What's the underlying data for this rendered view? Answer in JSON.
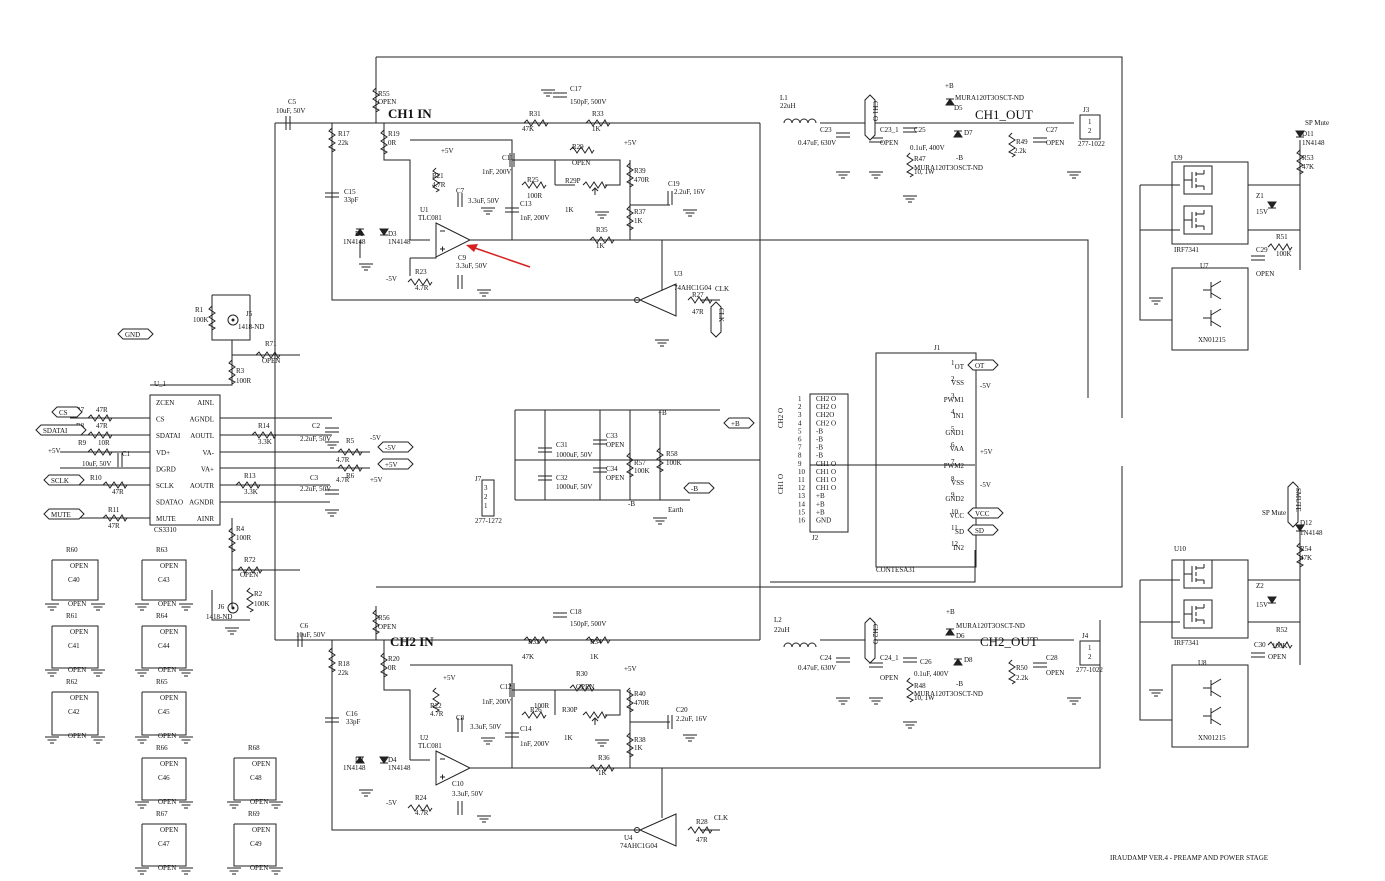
{
  "page": {
    "footer_title": "IRAUDAMP VER.4 - PREAMP AND POWER STAGE"
  },
  "sections": {
    "ch1_in": "CH1 IN",
    "ch2_in": "CH2 IN",
    "ch1_out": "CH1_OUT",
    "ch2_out": "CH2_OUT"
  },
  "labels": [
    {
      "id": "c5",
      "text": "C5"
    },
    {
      "id": "c5v",
      "text": "10uF, 50V"
    },
    {
      "id": "r55",
      "text": "R55"
    },
    {
      "id": "r55v",
      "text": "OPEN"
    },
    {
      "id": "r17",
      "text": "R17"
    },
    {
      "id": "r17v",
      "text": "22k"
    },
    {
      "id": "r19",
      "text": "R19"
    },
    {
      "id": "r19v",
      "text": "0R"
    },
    {
      "id": "c15",
      "text": "C15"
    },
    {
      "id": "c15v",
      "text": "33pF"
    },
    {
      "id": "d1",
      "text": "D1"
    },
    {
      "id": "d1v",
      "text": "1N4148"
    },
    {
      "id": "d3",
      "text": "D3"
    },
    {
      "id": "d3v",
      "text": "1N4148"
    },
    {
      "id": "p5v1",
      "text": "+5V"
    },
    {
      "id": "r21",
      "text": "R21"
    },
    {
      "id": "r21v",
      "text": "4.7R"
    },
    {
      "id": "c7",
      "text": "C7"
    },
    {
      "id": "c7v",
      "text": "3.3uF, 50V"
    },
    {
      "id": "u1",
      "text": "U1"
    },
    {
      "id": "u1v",
      "text": "TLC081"
    },
    {
      "id": "c9",
      "text": "C9"
    },
    {
      "id": "c9v",
      "text": "3.3uF, 50V"
    },
    {
      "id": "m5v1",
      "text": "-5V"
    },
    {
      "id": "r23",
      "text": "R23"
    },
    {
      "id": "r23v",
      "text": "4.7R"
    },
    {
      "id": "r31",
      "text": "R31"
    },
    {
      "id": "r31v",
      "text": "47K"
    },
    {
      "id": "c17",
      "text": "C17"
    },
    {
      "id": "c17v",
      "text": "150pF, 500V"
    },
    {
      "id": "r33",
      "text": "R33"
    },
    {
      "id": "r33v",
      "text": "1K"
    },
    {
      "id": "c11",
      "text": "C11"
    },
    {
      "id": "c11v",
      "text": "1nF, 200V"
    },
    {
      "id": "r29",
      "text": "R29"
    },
    {
      "id": "r29v",
      "text": "OPEN"
    },
    {
      "id": "r25",
      "text": "R25"
    },
    {
      "id": "r25v",
      "text": "100R"
    },
    {
      "id": "r29p",
      "text": "R29P"
    },
    {
      "id": "r29pv",
      "text": "1K"
    },
    {
      "id": "c13",
      "text": "C13"
    },
    {
      "id": "c13v",
      "text": "1nF, 200V"
    },
    {
      "id": "p5v2",
      "text": "+5V"
    },
    {
      "id": "r39",
      "text": "R39"
    },
    {
      "id": "r39v",
      "text": "470R"
    },
    {
      "id": "r37",
      "text": "R37"
    },
    {
      "id": "r37v",
      "text": "1K"
    },
    {
      "id": "c19",
      "text": "C19"
    },
    {
      "id": "c19v",
      "text": "2.2uF, 16V"
    },
    {
      "id": "r35",
      "text": "R35"
    },
    {
      "id": "r35v",
      "text": "1K"
    },
    {
      "id": "u3",
      "text": "U3"
    },
    {
      "id": "u3v",
      "text": "74AHC1G04"
    },
    {
      "id": "r27",
      "text": "R27"
    },
    {
      "id": "r27v",
      "text": "47R"
    },
    {
      "id": "clk1",
      "text": "CLK"
    },
    {
      "id": "l1",
      "text": "L1"
    },
    {
      "id": "l1v",
      "text": "22uH"
    },
    {
      "id": "c23",
      "text": "C23"
    },
    {
      "id": "c23v",
      "text": "0.47uF, 630V"
    },
    {
      "id": "c23_1",
      "text": "C23_1"
    },
    {
      "id": "c23_1v",
      "text": "OPEN"
    },
    {
      "id": "c25",
      "text": "C25"
    },
    {
      "id": "c25v",
      "text": "0.1uF, 400V"
    },
    {
      "id": "r47",
      "text": "R47"
    },
    {
      "id": "r47v",
      "text": "10, 1W"
    },
    {
      "id": "pb1",
      "text": "+B"
    },
    {
      "id": "d5",
      "text": "D5"
    },
    {
      "id": "d5v",
      "text": "MURA120T3OSCT-ND"
    },
    {
      "id": "d7",
      "text": "D7"
    },
    {
      "id": "mb1",
      "text": "-B"
    },
    {
      "id": "d7v",
      "text": "MURA120T3OSCT-ND"
    },
    {
      "id": "r49",
      "text": "R49"
    },
    {
      "id": "r49v",
      "text": "2.2k"
    },
    {
      "id": "c27",
      "text": "C27"
    },
    {
      "id": "c27v",
      "text": "OPEN"
    },
    {
      "id": "j3",
      "text": "J3"
    },
    {
      "id": "j3v",
      "text": "277-1022"
    },
    {
      "id": "spm1",
      "text": "SP Mute"
    },
    {
      "id": "d11",
      "text": "D11"
    },
    {
      "id": "d11v",
      "text": "1N4148"
    },
    {
      "id": "r53",
      "text": "R53"
    },
    {
      "id": "r53v",
      "text": "47K"
    },
    {
      "id": "u9",
      "text": "U9"
    },
    {
      "id": "u9v",
      "text": "IRF7341"
    },
    {
      "id": "z1",
      "text": "Z1"
    },
    {
      "id": "z1v",
      "text": "15V"
    },
    {
      "id": "r51",
      "text": "R51"
    },
    {
      "id": "r51v",
      "text": "100K"
    },
    {
      "id": "c29",
      "text": "C29"
    },
    {
      "id": "c29v",
      "text": "OPEN"
    },
    {
      "id": "u7",
      "text": "U7"
    },
    {
      "id": "u7v",
      "text": "XN01215"
    },
    {
      "id": "r1",
      "text": "R1"
    },
    {
      "id": "r1v",
      "text": "100K"
    },
    {
      "id": "j5",
      "text": "J5"
    },
    {
      "id": "j5v",
      "text": "1418-ND"
    },
    {
      "id": "r71",
      "text": "R71"
    },
    {
      "id": "r71v",
      "text": "OPEN"
    },
    {
      "id": "r3",
      "text": "R3"
    },
    {
      "id": "r3v",
      "text": "100R"
    },
    {
      "id": "u_1",
      "text": "U_1"
    },
    {
      "id": "u_1v",
      "text": "CS3310"
    },
    {
      "id": "r7",
      "text": "R7"
    },
    {
      "id": "r7v",
      "text": "47R"
    },
    {
      "id": "r8",
      "text": "R8"
    },
    {
      "id": "r8v",
      "text": "47R"
    },
    {
      "id": "r9",
      "text": "R9"
    },
    {
      "id": "r9v",
      "text": "10R"
    },
    {
      "id": "c1",
      "text": "C1"
    },
    {
      "id": "c1v",
      "text": "10uF, 50V"
    },
    {
      "id": "r10",
      "text": "R10"
    },
    {
      "id": "r10v",
      "text": "47R"
    },
    {
      "id": "r11",
      "text": "R11"
    },
    {
      "id": "r11v",
      "text": "47R"
    },
    {
      "id": "p5v3",
      "text": "+5V"
    },
    {
      "id": "r14",
      "text": "R14"
    },
    {
      "id": "r14v",
      "text": "3.3K"
    },
    {
      "id": "c2",
      "text": "C2"
    },
    {
      "id": "c2v",
      "text": "2.2uF, 50V"
    },
    {
      "id": "r5",
      "text": "R5"
    },
    {
      "id": "r5v",
      "text": "4.7R"
    },
    {
      "id": "r6",
      "text": "R6"
    },
    {
      "id": "r6v",
      "text": "4.7R"
    },
    {
      "id": "m5v2",
      "text": "-5V"
    },
    {
      "id": "p5v4",
      "text": "+5V"
    },
    {
      "id": "r13",
      "text": "R13"
    },
    {
      "id": "r13v",
      "text": "3.3K"
    },
    {
      "id": "c3",
      "text": "C3"
    },
    {
      "id": "c3v",
      "text": "2.2uF, 50V"
    },
    {
      "id": "r4",
      "text": "R4"
    },
    {
      "id": "r4v",
      "text": "100R"
    },
    {
      "id": "r72",
      "text": "R72"
    },
    {
      "id": "r72v",
      "text": "OPEN"
    },
    {
      "id": "r2",
      "text": "R2"
    },
    {
      "id": "r2v",
      "text": "100K"
    },
    {
      "id": "j6",
      "text": "J6"
    },
    {
      "id": "j6v",
      "text": "1418-ND"
    },
    {
      "id": "c31",
      "text": "C31"
    },
    {
      "id": "c31v",
      "text": "1000uF, 50V"
    },
    {
      "id": "c33",
      "text": "C33"
    },
    {
      "id": "c33v",
      "text": "OPEN"
    },
    {
      "id": "c32",
      "text": "C32"
    },
    {
      "id": "c32v",
      "text": "1000uF, 50V"
    },
    {
      "id": "c34",
      "text": "C34"
    },
    {
      "id": "c34v",
      "text": "OPEN"
    },
    {
      "id": "r57",
      "text": "R57"
    },
    {
      "id": "r57v",
      "text": "100K"
    },
    {
      "id": "r58",
      "text": "R58"
    },
    {
      "id": "r58v",
      "text": "100K"
    },
    {
      "id": "pb2",
      "text": "+B"
    },
    {
      "id": "mb2",
      "text": "-B"
    },
    {
      "id": "j7",
      "text": "J7"
    },
    {
      "id": "j7v",
      "text": "277-1272"
    },
    {
      "id": "j2",
      "text": "J2"
    },
    {
      "id": "j1",
      "text": "J1"
    },
    {
      "id": "j1v",
      "text": "CONTESA31"
    },
    {
      "id": "m5v3",
      "text": "-5V"
    },
    {
      "id": "p5v5",
      "text": "+5V"
    },
    {
      "id": "m5v4",
      "text": "-5V"
    },
    {
      "id": "c6",
      "text": "C6"
    },
    {
      "id": "c6v",
      "text": "10uF, 50V"
    },
    {
      "id": "r56",
      "text": "R56"
    },
    {
      "id": "r56v",
      "text": "OPEN"
    },
    {
      "id": "r18",
      "text": "R18"
    },
    {
      "id": "r18v",
      "text": "22k"
    },
    {
      "id": "r20",
      "text": "R20"
    },
    {
      "id": "r20v",
      "text": "0R"
    },
    {
      "id": "c16",
      "text": "C16"
    },
    {
      "id": "c16v",
      "text": "33pF"
    },
    {
      "id": "d2",
      "text": "D2"
    },
    {
      "id": "d2v",
      "text": "1N4148"
    },
    {
      "id": "d4",
      "text": "D4"
    },
    {
      "id": "d4v",
      "text": "1N4148"
    },
    {
      "id": "p5v6",
      "text": "+5V"
    },
    {
      "id": "r22",
      "text": "R22"
    },
    {
      "id": "r22v",
      "text": "4.7R"
    },
    {
      "id": "c8",
      "text": "C8"
    },
    {
      "id": "c8v",
      "text": "3.3uF, 50V"
    },
    {
      "id": "u2",
      "text": "U2"
    },
    {
      "id": "u2v",
      "text": "TLC081"
    },
    {
      "id": "c10",
      "text": "C10"
    },
    {
      "id": "c10v",
      "text": "3.3uF, 50V"
    },
    {
      "id": "m5v5",
      "text": "-5V"
    },
    {
      "id": "r24",
      "text": "R24"
    },
    {
      "id": "r24v",
      "text": "4.7R"
    },
    {
      "id": "r32",
      "text": "R32"
    },
    {
      "id": "r32v",
      "text": "47K"
    },
    {
      "id": "c18",
      "text": "C18"
    },
    {
      "id": "c18v",
      "text": "150pF, 500V"
    },
    {
      "id": "r34",
      "text": "R34"
    },
    {
      "id": "r34v",
      "text": "1K"
    },
    {
      "id": "c12",
      "text": "C12"
    },
    {
      "id": "c12v",
      "text": "1nF, 200V"
    },
    {
      "id": "r30",
      "text": "R30"
    },
    {
      "id": "r30v",
      "text": "OPEN"
    },
    {
      "id": "r26",
      "text": "R26"
    },
    {
      "id": "r26v",
      "text": "100R"
    },
    {
      "id": "r30p",
      "text": "R30P"
    },
    {
      "id": "r30pv",
      "text": "1K"
    },
    {
      "id": "c14",
      "text": "C14"
    },
    {
      "id": "c14v",
      "text": "1nF, 200V"
    },
    {
      "id": "p5v7",
      "text": "+5V"
    },
    {
      "id": "r40",
      "text": "R40"
    },
    {
      "id": "r40v",
      "text": "470R"
    },
    {
      "id": "r38",
      "text": "R38"
    },
    {
      "id": "r38v",
      "text": "1K"
    },
    {
      "id": "c20",
      "text": "C20"
    },
    {
      "id": "c20v",
      "text": "2.2uF, 16V"
    },
    {
      "id": "r36",
      "text": "R36"
    },
    {
      "id": "r36v",
      "text": "1K"
    },
    {
      "id": "u4",
      "text": "U4"
    },
    {
      "id": "u4v",
      "text": "74AHC1G04"
    },
    {
      "id": "r28",
      "text": "R28"
    },
    {
      "id": "r28v",
      "text": "47R"
    },
    {
      "id": "clk2",
      "text": "CLK"
    },
    {
      "id": "l2",
      "text": "L2"
    },
    {
      "id": "l2v",
      "text": "22uH"
    },
    {
      "id": "c24",
      "text": "C24"
    },
    {
      "id": "c24v",
      "text": "0.47uF, 630V"
    },
    {
      "id": "c24_1",
      "text": "C24_1"
    },
    {
      "id": "c24_1v",
      "text": "OPEN"
    },
    {
      "id": "c26",
      "text": "C26"
    },
    {
      "id": "c26v",
      "text": "0.1uF, 400V"
    },
    {
      "id": "r48",
      "text": "R48"
    },
    {
      "id": "r48v",
      "text": "10, 1W"
    },
    {
      "id": "pb3",
      "text": "+B"
    },
    {
      "id": "d6",
      "text": "D6"
    },
    {
      "id": "d6v",
      "text": "MURA120T3OSCT-ND"
    },
    {
      "id": "d8",
      "text": "D8"
    },
    {
      "id": "mb3",
      "text": "-B"
    },
    {
      "id": "d8v",
      "text": "MURA120T3OSCT-ND"
    },
    {
      "id": "r50",
      "text": "R50"
    },
    {
      "id": "r50v",
      "text": "2.2k"
    },
    {
      "id": "c28",
      "text": "C28"
    },
    {
      "id": "c28v",
      "text": "OPEN"
    },
    {
      "id": "j4",
      "text": "J4"
    },
    {
      "id": "j4v",
      "text": "277-1022"
    },
    {
      "id": "spm2",
      "text": "SP Mute"
    },
    {
      "id": "d12",
      "text": "D12"
    },
    {
      "id": "d12v",
      "text": "1N4148"
    },
    {
      "id": "r54",
      "text": "R54"
    },
    {
      "id": "r54v",
      "text": "47K"
    },
    {
      "id": "u10",
      "text": "U10"
    },
    {
      "id": "u10v",
      "text": "IRF7341"
    },
    {
      "id": "z2",
      "text": "Z2"
    },
    {
      "id": "z2v",
      "text": "15V"
    },
    {
      "id": "r52",
      "text": "R52"
    },
    {
      "id": "r52v",
      "text": "100K"
    },
    {
      "id": "c30",
      "text": "C30"
    },
    {
      "id": "c30v",
      "text": "OPEN"
    },
    {
      "id": "u8",
      "text": "U8"
    },
    {
      "id": "u8v",
      "text": "XN01215"
    },
    {
      "id": "r60",
      "text": "R60"
    },
    {
      "id": "r60v",
      "text": "OPEN"
    },
    {
      "id": "c40",
      "text": "C40"
    },
    {
      "id": "c40v",
      "text": "OPEN"
    },
    {
      "id": "r61",
      "text": "R61"
    },
    {
      "id": "r61v",
      "text": "OPEN"
    },
    {
      "id": "c41",
      "text": "C41"
    },
    {
      "id": "c41v",
      "text": "OPEN"
    },
    {
      "id": "r62",
      "text": "R62"
    },
    {
      "id": "r62v",
      "text": "OPEN"
    },
    {
      "id": "c42",
      "text": "C42"
    },
    {
      "id": "c42v",
      "text": "OPEN"
    },
    {
      "id": "r63",
      "text": "R63"
    },
    {
      "id": "r63v",
      "text": "OPEN"
    },
    {
      "id": "c43",
      "text": "C43"
    },
    {
      "id": "c43v",
      "text": "OPEN"
    },
    {
      "id": "r64",
      "text": "R64"
    },
    {
      "id": "r64v",
      "text": "OPEN"
    },
    {
      "id": "c44",
      "text": "C44"
    },
    {
      "id": "c44v",
      "text": "OPEN"
    },
    {
      "id": "r65",
      "text": "R65"
    },
    {
      "id": "r65v",
      "text": "OPEN"
    },
    {
      "id": "c45",
      "text": "C45"
    },
    {
      "id": "c45v",
      "text": "OPEN"
    },
    {
      "id": "r66",
      "text": "R66"
    },
    {
      "id": "r66v",
      "text": "OPEN"
    },
    {
      "id": "c46",
      "text": "C46"
    },
    {
      "id": "c46v",
      "text": "OPEN"
    },
    {
      "id": "r67",
      "text": "R67"
    },
    {
      "id": "r67v",
      "text": "OPEN"
    },
    {
      "id": "c47",
      "text": "C47"
    },
    {
      "id": "c47v",
      "text": "OPEN"
    },
    {
      "id": "r68",
      "text": "R68"
    },
    {
      "id": "r68v",
      "text": "OPEN"
    },
    {
      "id": "c48",
      "text": "C48"
    },
    {
      "id": "c48v",
      "text": "OPEN"
    },
    {
      "id": "r69",
      "text": "R69"
    },
    {
      "id": "r69v",
      "text": "OPEN"
    },
    {
      "id": "c49",
      "text": "C49"
    },
    {
      "id": "c49v",
      "text": "OPEN"
    },
    {
      "id": "earth",
      "text": "Earth"
    }
  ],
  "net_flags": [
    {
      "id": "gnd",
      "text": "GND"
    },
    {
      "id": "cs",
      "text": "CS"
    },
    {
      "id": "sdatai",
      "text": "SDATAI"
    },
    {
      "id": "sclk",
      "text": "SCLK"
    },
    {
      "id": "mute",
      "text": "MUTE"
    },
    {
      "id": "m5v_flag",
      "text": "-5V"
    },
    {
      "id": "p5v_flag",
      "text": "+5V"
    },
    {
      "id": "pb_flag",
      "text": "+B"
    },
    {
      "id": "mb_flag",
      "text": "-B"
    },
    {
      "id": "ot_flag",
      "text": "OT"
    },
    {
      "id": "vcc_flag",
      "text": "VCC"
    },
    {
      "id": "sd_flag",
      "text": "SD"
    },
    {
      "id": "ch1o_flag",
      "text": "CH1 O"
    },
    {
      "id": "ch2o_flag",
      "text": "CH2 O"
    },
    {
      "id": "clk_flag",
      "text": "CLK"
    },
    {
      "id": "smute_flag",
      "text": "SMUTE"
    }
  ],
  "cs3310": {
    "left_pins": [
      "ZCEN",
      "CS",
      "SDATAI",
      "VD+",
      "DGRD",
      "SCLK",
      "SDATAO",
      "MUTE"
    ],
    "right_pins": [
      "AINL",
      "AGNDL",
      "AOUTL",
      "VA-",
      "VA+",
      "AOUTR",
      "AGNDR",
      "AINR"
    ]
  },
  "j2": {
    "pin_numbers": [
      "1",
      "2",
      "3",
      "4",
      "5",
      "6",
      "7",
      "8",
      "9",
      "10",
      "11",
      "12",
      "13",
      "14",
      "15",
      "16"
    ],
    "pin_names": [
      "CH2 O",
      "CH2 O",
      "CH2O",
      "CH2 O",
      "-B",
      "-B",
      "-B",
      "-B",
      "CH1 O",
      "CH1 O",
      "CH1 O",
      "CH1 O",
      "+B",
      "+B",
      "+B",
      "GND"
    ],
    "side_labels": [
      "CH2 O",
      "CH1 O"
    ]
  },
  "j1": {
    "pin_names": [
      "OT",
      "VSS",
      "PWM1",
      "IN1",
      "GND1",
      "VAA",
      "PWM2",
      "VSS",
      "GND2",
      "VCC",
      "SD",
      "IN2"
    ],
    "pin_numbers": [
      "1",
      "2",
      "3",
      "4",
      "5",
      "6",
      "7",
      "8",
      "9",
      "10",
      "11",
      "12"
    ]
  },
  "connectors": {
    "j3_pins": [
      "1",
      "2"
    ],
    "j4_pins": [
      "1",
      "2"
    ],
    "j7_pins": [
      "3",
      "2",
      "1"
    ]
  }
}
